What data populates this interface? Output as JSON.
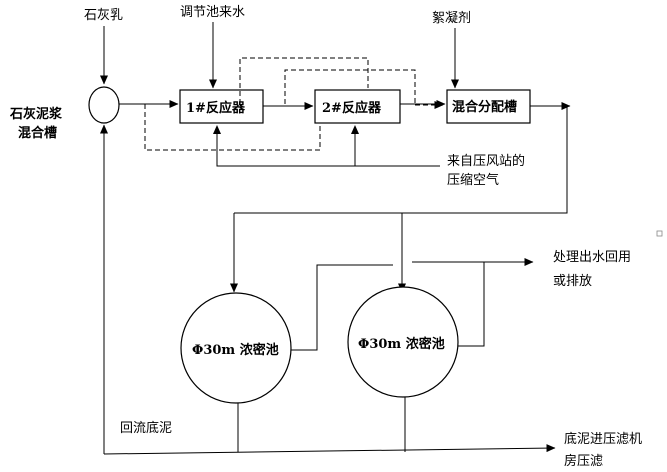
{
  "labels": {
    "lime_milk": "石灰乳",
    "adjust_tank_water": "调节池来水",
    "flocculant": "絮凝剂",
    "lime_mud_tank_line1": "石灰泥浆",
    "lime_mud_tank_line2": "混合槽",
    "reactor1": "1#反应器",
    "reactor2": "2#反应器",
    "mix_tank": "混合分配槽",
    "compressed_air_line1": "来自压风站的",
    "compressed_air_line2": "压缩空气",
    "effluent_line1": "处理出水回用",
    "effluent_line2": "或排放",
    "thickener1": "Φ30m 浓密池",
    "thickener2": "Φ30m 浓密池",
    "return_sludge": "回流底泥",
    "sludge_press_line1": "底泥进压滤机",
    "sludge_press_line2": "房压滤"
  }
}
